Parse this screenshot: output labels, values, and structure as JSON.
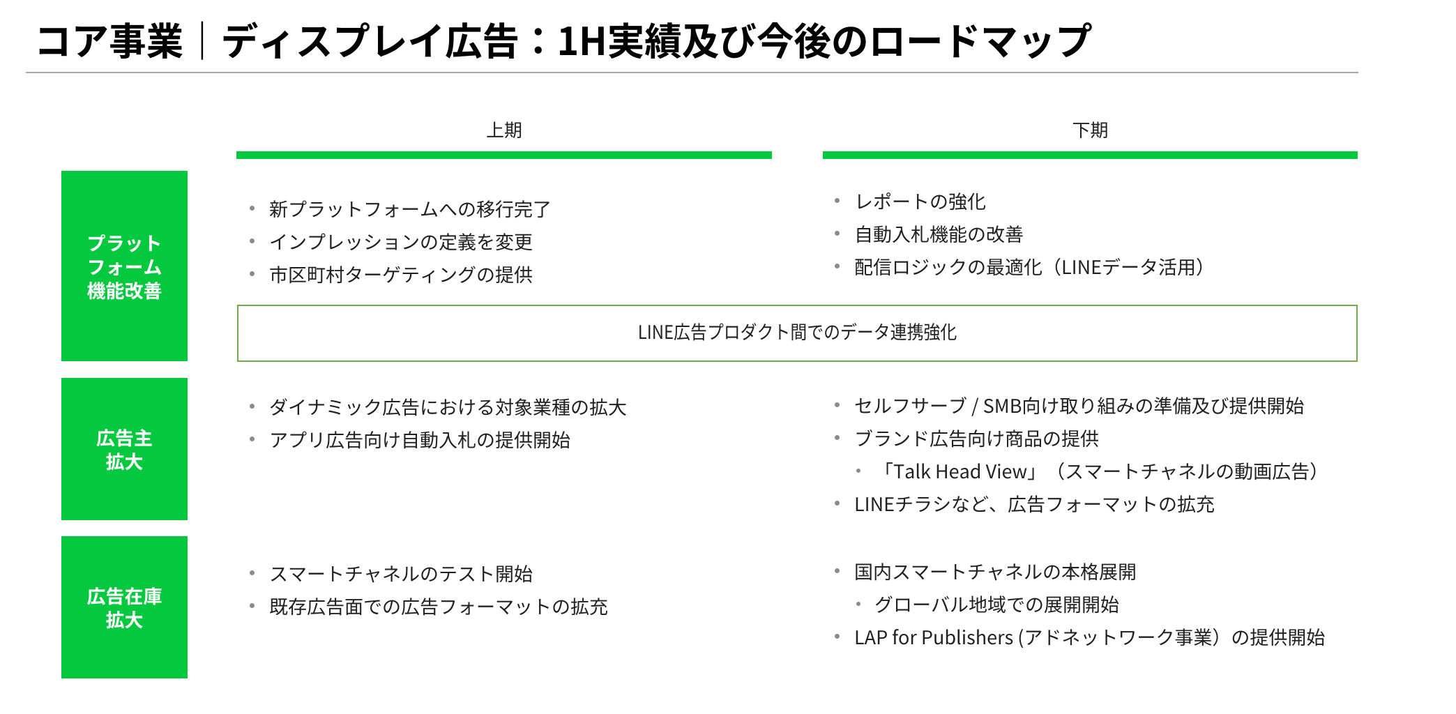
{
  "title": "コア事業｜ディスプレイ広告：1H実績及び今後のロードマップ",
  "columns": {
    "first": {
      "label": "上期"
    },
    "second": {
      "label": "下期"
    }
  },
  "rows": [
    {
      "category": {
        "lines": [
          "プラット",
          "フォーム",
          "機能改善"
        ]
      },
      "first_half": [
        {
          "level": 1,
          "text": "新プラットフォームへの移行完了"
        },
        {
          "level": 1,
          "text": "インプレッションの定義を変更"
        },
        {
          "level": 1,
          "text": "市区町村ターゲティングの提供"
        }
      ],
      "second_half": [
        {
          "level": 1,
          "text": "レポートの強化"
        },
        {
          "level": 1,
          "text": "自動入札機能の改善"
        },
        {
          "level": 1,
          "text": "配信ロジックの最適化（LINEデータ活用）"
        }
      ],
      "banner": "LINE広告プロダクト間でのデータ連携強化"
    },
    {
      "category": {
        "lines": [
          "広告主",
          "拡大"
        ]
      },
      "first_half": [
        {
          "level": 1,
          "text": "ダイナミック広告における対象業種の拡大"
        },
        {
          "level": 1,
          "text": "アプリ広告向け自動入札の提供開始"
        }
      ],
      "second_half": [
        {
          "level": 1,
          "text": "セルフサーブ / SMB向け取り組みの準備及び提供開始"
        },
        {
          "level": 1,
          "text": "ブランド広告向け商品の提供"
        },
        {
          "level": 2,
          "text": "「Talk Head View」（スマートチャネルの動画広告）"
        },
        {
          "level": 1,
          "text": "LINEチラシなど、広告フォーマットの拡充"
        }
      ]
    },
    {
      "category": {
        "lines": [
          "広告在庫",
          "拡大"
        ]
      },
      "first_half": [
        {
          "level": 1,
          "text": "スマートチャネルのテスト開始"
        },
        {
          "level": 1,
          "text": "既存広告面での広告フォーマットの拡充"
        }
      ],
      "second_half": [
        {
          "level": 1,
          "text": "国内スマートチャネルの本格展開"
        },
        {
          "level": 2,
          "text": "グローバル地域での展開開始"
        },
        {
          "level": 1,
          "text": "LAP for Publishers (アドネットワーク事業）の提供開始"
        }
      ]
    }
  ],
  "colors": {
    "brand_green": "#04C83E",
    "banner_border_green": "#70AD47",
    "divider_gray": "#A6A6A6",
    "bullet_dot_gray": "#8B8B8B",
    "body_text": "#212121",
    "title_text": "#000000",
    "category_label_text": "#FFFFFF",
    "background": "#FFFFFF"
  }
}
